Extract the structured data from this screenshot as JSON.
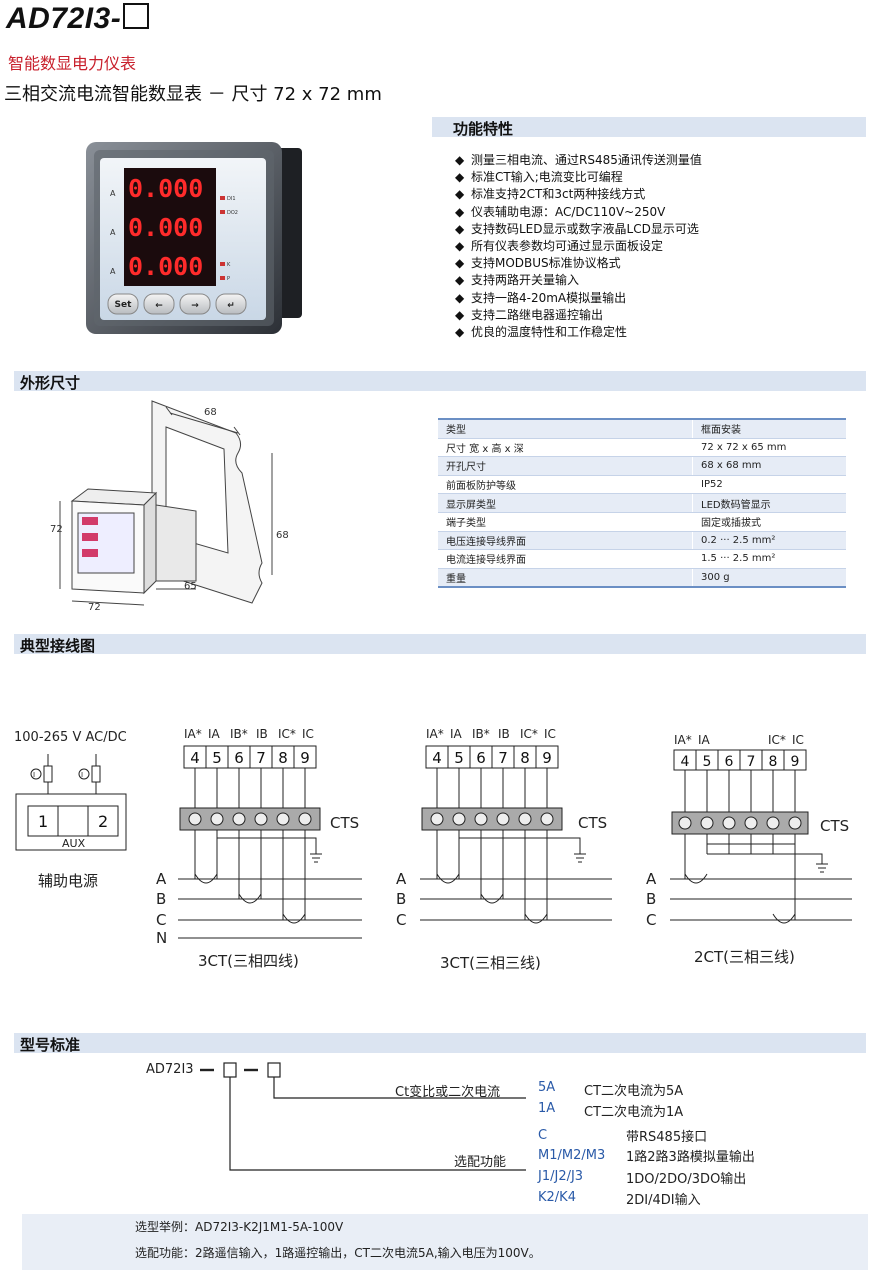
{
  "header": {
    "model": "AD72I3-",
    "subtitle": "智能数显电力仪表",
    "headline": "三相交流电流智能数显表  － 尺寸 72 x 72 mm"
  },
  "sections": {
    "features": "功能特性",
    "dimensions": "外形尺寸",
    "wiring": "典型接线图",
    "model_standard": "型号标准"
  },
  "features": [
    "测量三相电流、通过RS485通讯传送测量值",
    "标准CT输入;电流变比可编程",
    "标准支持2CT和3ct两种接线方式",
    "仪表辅助电源：AC/DC110V~250V",
    "支持数码LED显示或数字液晶LCD显示可选",
    "所有仪表参数均可通过显示面板设定",
    "支持MODBUS标准协议格式",
    "支持两路开关量输入",
    "支持一路4-20mA模拟量输出",
    "支持二路继电器遥控输出",
    "优良的温度特性和工作稳定性"
  ],
  "meter": {
    "readings": [
      "0.000",
      "0.000",
      "0.000"
    ],
    "unit": "A",
    "indicators": [
      "DI1",
      "DO2",
      "K",
      "P"
    ],
    "buttons": [
      "Set",
      "←",
      "→",
      "↵"
    ]
  },
  "dimension_drawing": {
    "labels": [
      "68",
      "68",
      "72",
      "72",
      "65"
    ]
  },
  "spec_table": [
    [
      "类型",
      "框面安装"
    ],
    [
      "尺寸  宽 x 高 x 深",
      "72 x 72 x 65 mm"
    ],
    [
      "开孔尺寸",
      "68 x 68 mm"
    ],
    [
      "前面板防护等级",
      "IP52"
    ],
    [
      "显示屏类型",
      "LED数码管显示"
    ],
    [
      "端子类型",
      "固定或插拔式"
    ],
    [
      "电压连接导线界面",
      "0.2 ··· 2.5 mm²"
    ],
    [
      "电流连接导线界面",
      "1.5 ··· 2.5 mm²"
    ],
    [
      "重量",
      "300 g"
    ]
  ],
  "wiring": {
    "aux": {
      "voltage": "100-265 V  AC/DC",
      "terminals": [
        "1",
        "2"
      ],
      "box_label": "AUX",
      "caption": "辅助电源"
    },
    "terminals": [
      "4",
      "5",
      "6",
      "7",
      "8",
      "9"
    ],
    "cts_label": "CTS",
    "diagram1": {
      "headers": [
        "IA*",
        "IA",
        "IB*",
        "IB",
        "IC*",
        "IC"
      ],
      "lines": [
        "A",
        "B",
        "C",
        "N"
      ],
      "caption": "3CT(三相四线)"
    },
    "diagram2": {
      "headers": [
        "IA*",
        "IA",
        "IB*",
        "IB",
        "IC*",
        "IC"
      ],
      "lines": [
        "A",
        "B",
        "C"
      ],
      "caption": "3CT(三相三线)"
    },
    "diagram3": {
      "headers": [
        "IA*",
        "IA",
        "",
        "",
        "IC*",
        "IC"
      ],
      "lines": [
        "A",
        "B",
        "C"
      ],
      "caption": "2CT(三相三线)"
    }
  },
  "model_standard": {
    "prefix": "AD72I3",
    "group1_label": "Ct变比或二次电流",
    "group2_label": "选配功能",
    "options1": [
      {
        "code": "5A",
        "desc": "CT二次电流为5A"
      },
      {
        "code": "1A",
        "desc": "CT二次电流为1A"
      }
    ],
    "options2": [
      {
        "code": "C",
        "desc": "带RS485接口"
      },
      {
        "code": "M1/M2/M3",
        "desc": "1路2路3路模拟量输出"
      },
      {
        "code": "J1/J2/J3",
        "desc": "1DO/2DO/3DO输出"
      },
      {
        "code": "K2/K4",
        "desc": "2DI/4DI输入"
      }
    ]
  },
  "example": {
    "line1": "选型举例：AD72I3-K2J1M1-5A-100V",
    "line2": "选配功能：2路遥信输入，1路遥控输出，CT二次电流5A,输入电压为100V。"
  },
  "colors": {
    "accent_red": "#c8202c",
    "section_bar": "#dbe4f1",
    "table_border": "#6b8fc4",
    "code_blue": "#2a5aa8"
  }
}
